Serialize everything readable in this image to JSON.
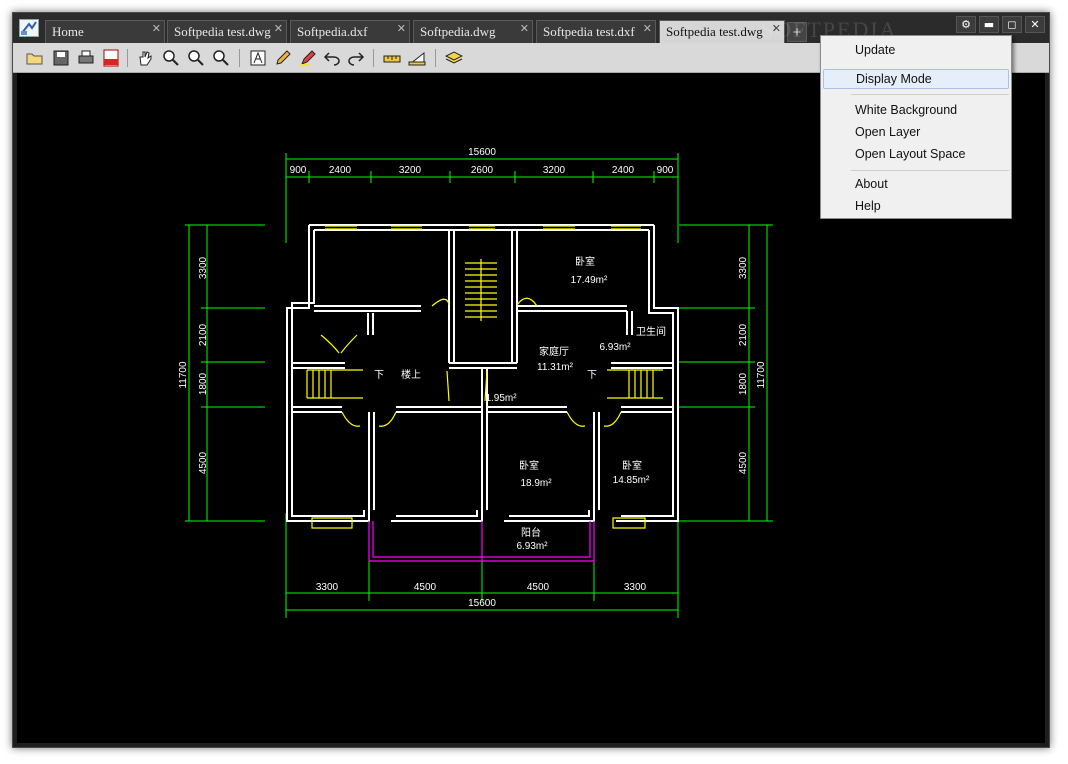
{
  "tabs": [
    {
      "label": "Home",
      "active": false
    },
    {
      "label": "Softpedia test.dwg",
      "active": false
    },
    {
      "label": "Softpedia.dxf",
      "active": false
    },
    {
      "label": "Softpedia.dwg",
      "active": false
    },
    {
      "label": "Softpedia test.dxf",
      "active": false
    },
    {
      "label": "Softpedia test.dwg",
      "active": true
    }
  ],
  "new_tab_label": "+",
  "window_controls": {
    "settings": "⚙",
    "minimize": "▬",
    "maximize": "◻",
    "close": "✕"
  },
  "toolbar_icons": [
    "open-folder-icon",
    "save-icon",
    "print-icon",
    "pdf-export-icon",
    "pan-icon",
    "zoom-in-out-icon",
    "zoom-window-icon",
    "zoom-extents-icon",
    "text-icon",
    "pencil-icon",
    "highlighter-icon",
    "undo-icon",
    "redo-icon",
    "measure-distance-icon",
    "measure-area-icon",
    "layers-icon"
  ],
  "menu": {
    "items": [
      {
        "label": "Update",
        "highlighted": false
      },
      {
        "label": "Display Mode",
        "highlighted": true
      },
      {
        "label": "White Background",
        "highlighted": false
      },
      {
        "label": "Open Layer",
        "highlighted": false
      },
      {
        "label": "Open Layout Space",
        "highlighted": false
      },
      {
        "label": "About",
        "highlighted": false
      },
      {
        "label": "Help",
        "highlighted": false
      }
    ]
  },
  "watermark": "SOFTPEDIA",
  "drawing": {
    "top_dims": [
      "900",
      "2400",
      "3200",
      "2600",
      "3200",
      "2400",
      "900"
    ],
    "top_total": "15600",
    "bottom_dims": [
      "3300",
      "4500",
      "4500",
      "3300"
    ],
    "bottom_total": "15600",
    "left_dims": [
      "3300",
      "2100",
      "1800",
      "4500"
    ],
    "left_total": "11700",
    "right_dims": [
      "3300",
      "2100",
      "1800",
      "4500"
    ],
    "right_total": "11700",
    "rooms": [
      {
        "name": "卧室",
        "area": "17.49m²"
      },
      {
        "name": "卫生间",
        "area": "6.93m²"
      },
      {
        "name": "家庭厅",
        "area": "11.31m²"
      },
      {
        "name": "楼上",
        "area": ""
      },
      {
        "name": "下",
        "area": ""
      },
      {
        "name": "下",
        "area": ""
      },
      {
        "name": "",
        "area": "1.95m²"
      },
      {
        "name": "卧室",
        "area": "18.9m²"
      },
      {
        "name": "卧室",
        "area": "14.85m²"
      },
      {
        "name": "阳台",
        "area": "6.93m²"
      }
    ]
  },
  "colors": {
    "dim_line": "#00ff00",
    "dim_text": "#ffffff",
    "wall": "#ffffff",
    "window": "#ffff00",
    "balcony": "#ff00ff",
    "canvas": "#000000"
  }
}
